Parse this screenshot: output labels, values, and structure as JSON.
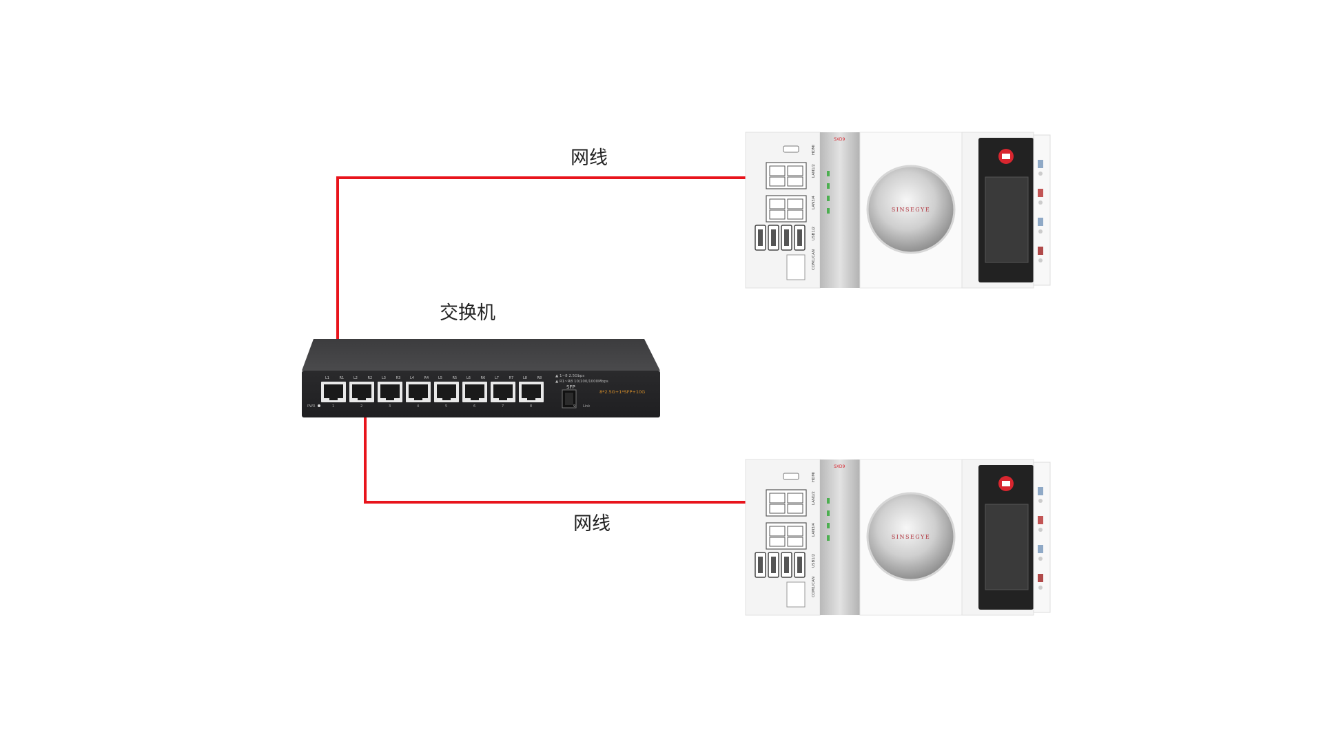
{
  "labels": {
    "cable_top": "网线",
    "switch": "交换机",
    "cable_bottom": "网线"
  },
  "switch": {
    "port_labels": [
      "L1",
      "R1",
      "L2",
      "R2",
      "L3",
      "R3",
      "L4",
      "R4",
      "L5",
      "R5",
      "L6",
      "R6",
      "L7",
      "R7",
      "L8",
      "R8"
    ],
    "port_numbers": [
      "1",
      "2",
      "3",
      "4",
      "5",
      "6",
      "7",
      "8"
    ],
    "spec_line1": "▲ 1~8 2.5Gbps",
    "spec_line2": "▲ R1~R8 10/100/1000Mbps",
    "sfp_label": "SFP",
    "sfp_speed": "8*2.5G+1*SFP+10G",
    "pwr_label": "PWR",
    "link_label": "Link",
    "sfp_port_number": "9"
  },
  "controller": {
    "brand": "SINSEGYE",
    "model_tag": "SXD9",
    "side_labels": [
      "HDMI",
      "LAN1/2",
      "LAN3/4",
      "USB1/2",
      "COM1/CAN"
    ]
  },
  "colors": {
    "cable": "#e8141c",
    "switch_body": "#2f2f31",
    "controller_body": "#f2f2f2",
    "controller_screen": "#222222",
    "logo_red": "#d8262f"
  }
}
